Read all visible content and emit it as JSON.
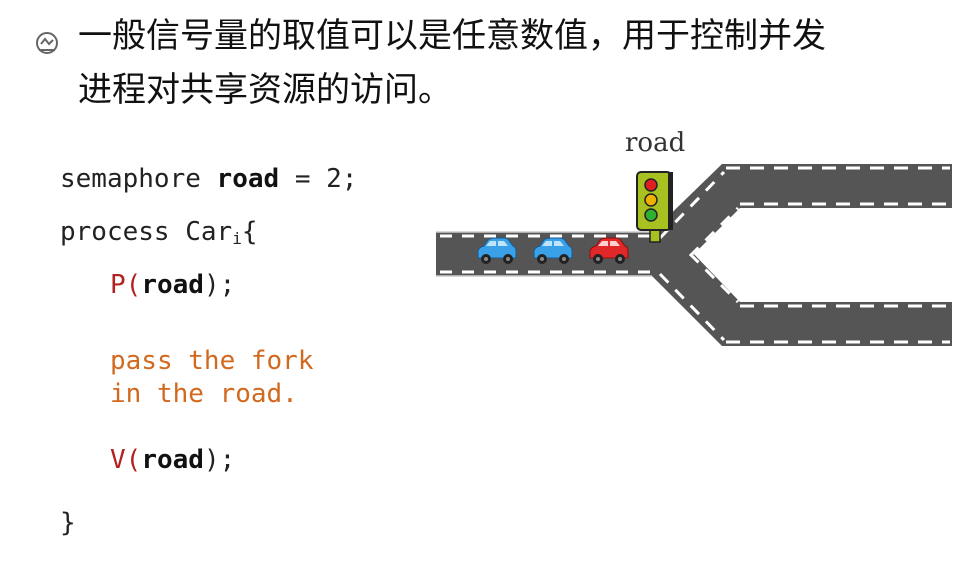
{
  "heading": {
    "line1": "一般信号量的取值可以是任意数值，用于控制并发",
    "line2": "进程对共享资源的访问。",
    "bullet_icon": "bullet-icon"
  },
  "code": {
    "decl_prefix": "semaphore ",
    "decl_var": "road",
    "decl_suffix": " = 2;",
    "proc_prefix": "process Car",
    "proc_sub": "i",
    "proc_open": "{",
    "p_op": "P(",
    "p_arg": "road",
    "p_close": ");",
    "pass_line1": "pass the fork",
    "pass_line2": "in the road.",
    "v_op": "V(",
    "v_arg": "road",
    "v_close": ");",
    "close_brace": "}"
  },
  "diagram": {
    "road_label": "road",
    "colors": {
      "road": "#555555",
      "dash": "#ffffff",
      "light_red": "#e02020",
      "light_yellow": "#f0b000",
      "light_green": "#30b030",
      "light_body": "#a8c020",
      "car_blue": "#3aa0e8",
      "car_red": "#e02828"
    },
    "cars": [
      "blue",
      "blue",
      "red"
    ]
  }
}
